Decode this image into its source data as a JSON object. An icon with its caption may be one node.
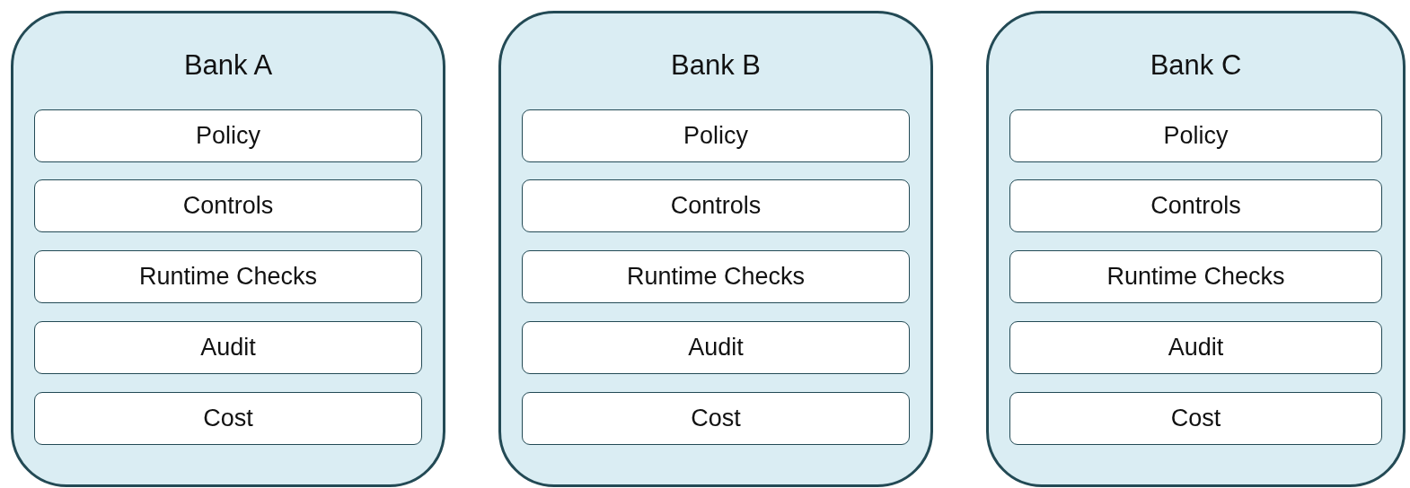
{
  "diagram": {
    "nodes": [
      {
        "text": [
          "Bank A"
        ]
      },
      {
        "text": [
          "Policy"
        ],
        "in": 0
      },
      {
        "text": [
          "Controls"
        ],
        "in": 0
      },
      {
        "text": [
          "Runtime Checks"
        ],
        "in": 0
      },
      {
        "text": [
          "Audit"
        ],
        "in": 0
      },
      {
        "text": [
          "Cost"
        ],
        "in": 0
      },
      {
        "text": [
          "Bank B"
        ]
      },
      {
        "text": [
          "Policy"
        ],
        "in": 6
      },
      {
        "text": [
          "Controls"
        ],
        "in": 6
      },
      {
        "text": [
          "Runtime Checks"
        ],
        "in": 6
      },
      {
        "text": [
          "Audit"
        ],
        "in": 6
      },
      {
        "text": [
          "Cost"
        ],
        "in": 6
      },
      {
        "text": [
          "Bank C"
        ]
      },
      {
        "text": [
          "Policy"
        ],
        "in": 12
      },
      {
        "text": [
          "Controls"
        ],
        "in": 12
      },
      {
        "text": [
          "Runtime Checks"
        ],
        "in": 12
      },
      {
        "text": [
          "Audit"
        ],
        "in": 12
      },
      {
        "text": [
          "Cost"
        ],
        "in": 12
      }
    ]
  }
}
